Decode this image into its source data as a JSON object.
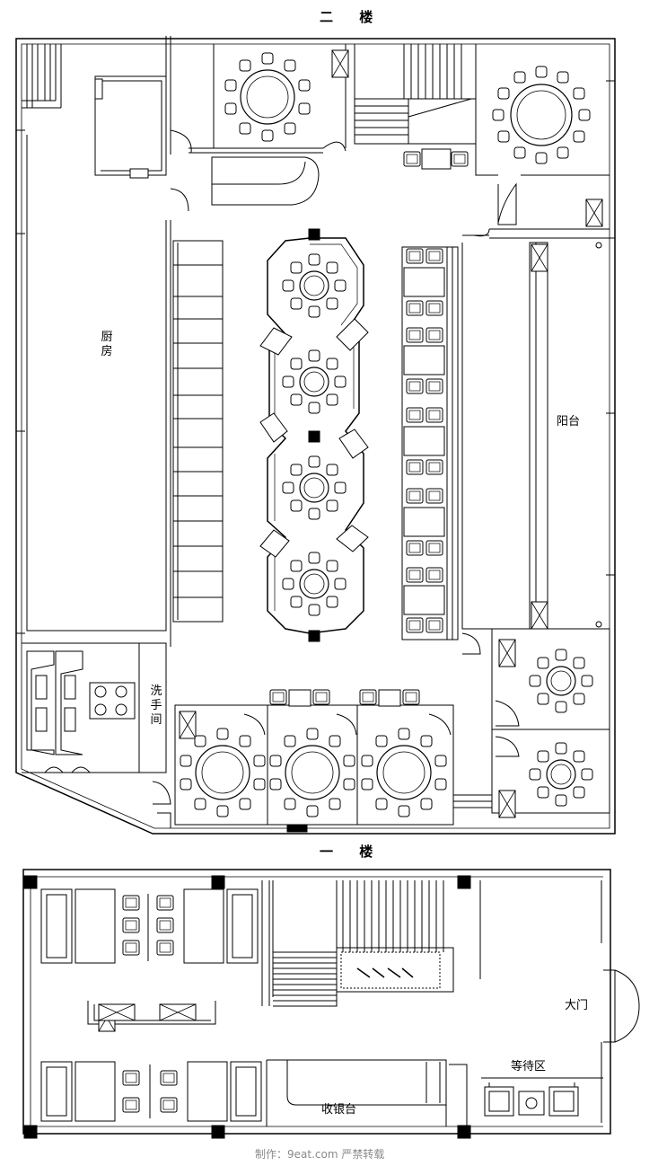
{
  "floor2": {
    "title": "二 楼"
  },
  "floor1": {
    "title": "一 楼"
  },
  "rooms": {
    "kitchen": "厨房",
    "washroom": "洗手间",
    "balcony": "阳台",
    "main_door": "大门",
    "waiting_area": "等待区",
    "cashier": "收银台"
  },
  "credit": "制作：9eat.com 严禁转载"
}
